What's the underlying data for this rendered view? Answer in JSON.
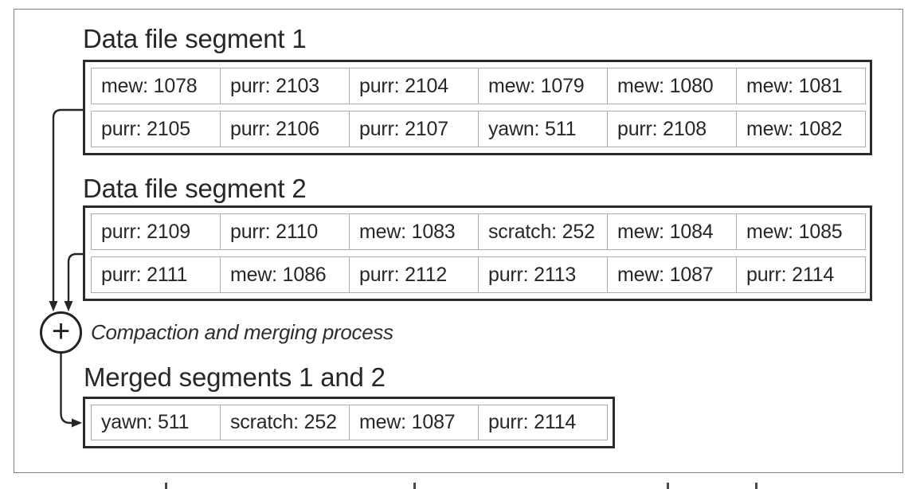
{
  "segment1": {
    "title": "Data file segment 1",
    "row1": [
      "mew: 1078",
      "purr: 2103",
      "purr: 2104",
      "mew: 1079",
      "mew: 1080",
      "mew: 1081"
    ],
    "row2": [
      "purr: 2105",
      "purr: 2106",
      "purr: 2107",
      "yawn: 511",
      "purr: 2108",
      "mew: 1082"
    ]
  },
  "segment2": {
    "title": "Data file segment 2",
    "row1": [
      "purr: 2109",
      "purr: 2110",
      "mew: 1083",
      "scratch: 252",
      "mew: 1084",
      "mew: 1085"
    ],
    "row2": [
      "purr: 2111",
      "mew: 1086",
      "purr: 2112",
      "purr: 2113",
      "mew: 1087",
      "purr: 2114"
    ]
  },
  "merge": {
    "operator": "+",
    "label": "Compaction and merging process"
  },
  "merged": {
    "title": "Merged segments 1 and 2",
    "row1": [
      "yawn: 511",
      "scratch: 252",
      "mew: 1087",
      "purr: 2114"
    ]
  },
  "colors": {
    "text": "#272727",
    "box_border": "#2b2b2b",
    "cell_border": "#ababab",
    "frame_border": "#828282",
    "arrow": "#262626"
  }
}
